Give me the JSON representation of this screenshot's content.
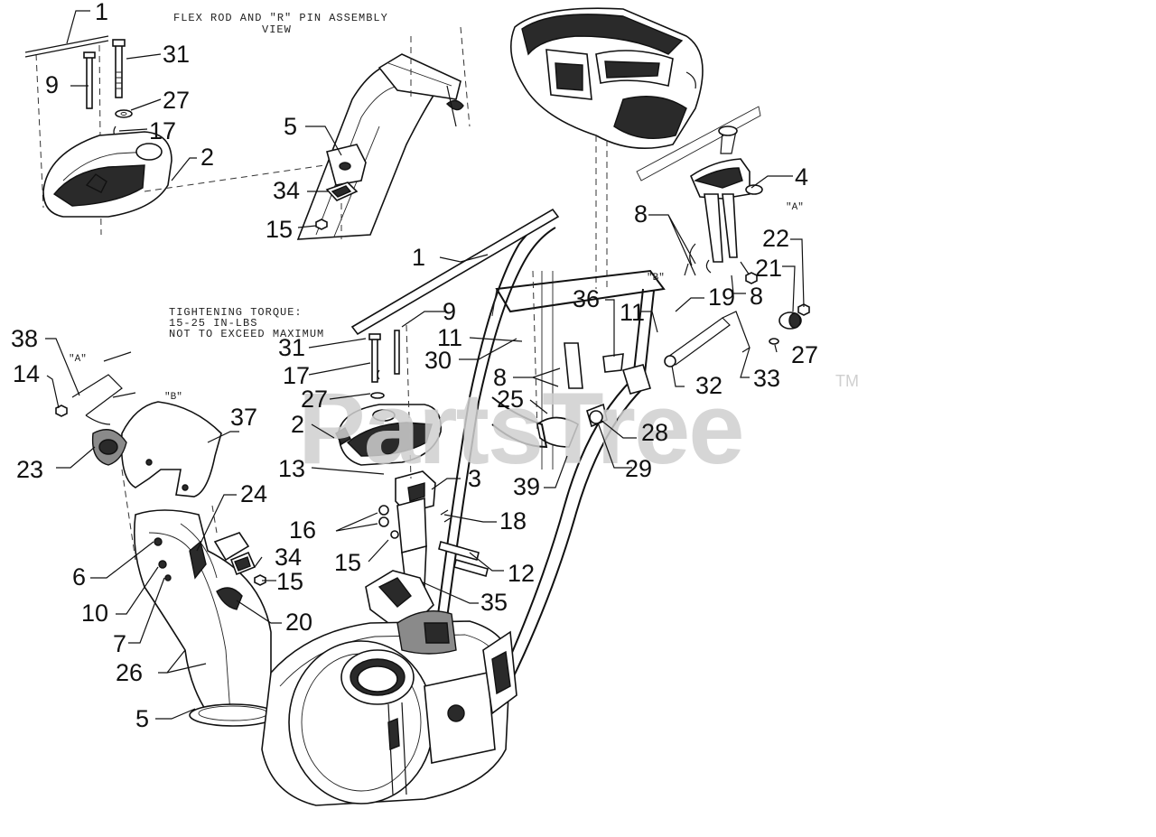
{
  "notes": {
    "flex_line1": "FLEX ROD AND \"R\" PIN ASSEMBLY",
    "flex_line2": "VIEW",
    "torque_line1": "TIGHTENING TORQUE:",
    "torque_line2": "15-25 IN-LBS",
    "torque_line3": "NOT TO EXCEED MAXIMUM"
  },
  "tags": {
    "a": "\"A\"",
    "b": "\"B\""
  },
  "watermark": {
    "text": "PartsTree",
    "mark": "TM"
  },
  "callouts": {
    "c1": "1",
    "c2": "2",
    "c3": "3",
    "c4": "4",
    "c5": "5",
    "c6": "6",
    "c7": "7",
    "c8": "8",
    "c9": "9",
    "c10": "10",
    "c11": "11",
    "c12": "12",
    "c13": "13",
    "c14": "14",
    "c15": "15",
    "c16": "16",
    "c17": "17",
    "c18": "18",
    "c19": "19",
    "c20": "20",
    "c21": "21",
    "c22": "22",
    "c23": "23",
    "c24": "24",
    "c25": "25",
    "c26": "26",
    "c27": "27",
    "c28": "28",
    "c29": "29",
    "c30": "30",
    "c31": "31",
    "c32": "32",
    "c33": "33",
    "c34": "34",
    "c35": "35",
    "c36": "36",
    "c37": "37",
    "c38": "38",
    "c39": "39"
  }
}
